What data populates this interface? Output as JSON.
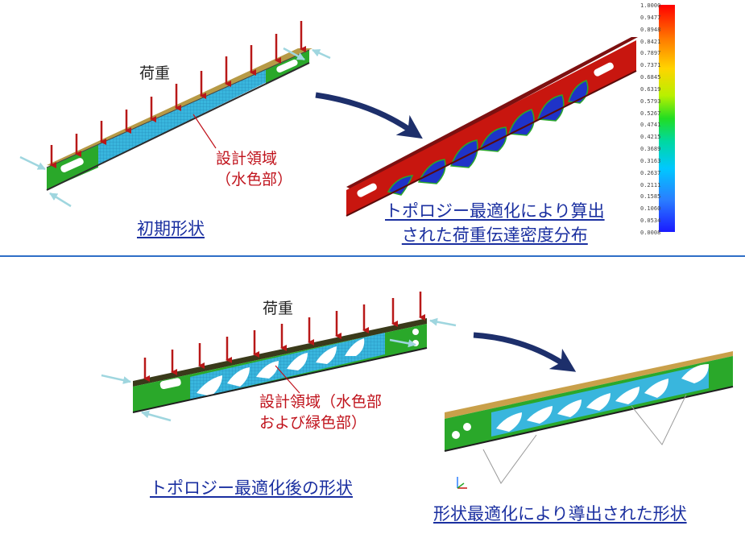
{
  "top": {
    "load_label": "荷重",
    "design_region_label": [
      "設計領域",
      "（水色部）"
    ],
    "caption_left": "初期形状",
    "caption_right": [
      "トポロジー最適化により算出",
      "された荷重伝達密度分布"
    ]
  },
  "legend": {
    "ticks": [
      "1.0000",
      "0.9477",
      "0.8948",
      "0.8421",
      "0.7897",
      "0.7371",
      "0.6845",
      "0.6319",
      "0.5793",
      "0.5267",
      "0.4741",
      "0.4215",
      "0.3689",
      "0.3163",
      "0.2637",
      "0.2111",
      "0.1585",
      "0.1060",
      "0.0534",
      "0.0008"
    ]
  },
  "bottom": {
    "load_label": "荷重",
    "design_region_label": [
      "設計領域（水色部",
      "および緑色部）"
    ],
    "caption_left": "トポロジー最適化後の形状",
    "caption_right": "形状最適化により導出された形状"
  },
  "colors": {
    "load_arrow": "#b81818",
    "support_arrow": "#9fd6df",
    "flow_arrow": "#1d2f6b",
    "design_cyan": "#39b6dd",
    "beam_green": "#2aa82a",
    "density_red": "#c8160f",
    "density_blue": "#1f33c8",
    "caption_blue": "#1a2fa0"
  }
}
